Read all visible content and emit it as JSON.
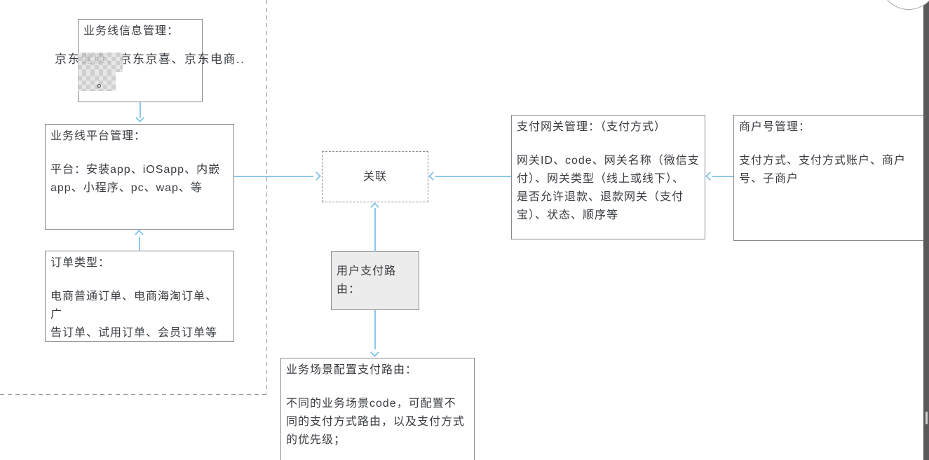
{
  "diagram": {
    "colors": {
      "arrow": "#88c7ea",
      "box_border": "#8a8a8a",
      "dashed_border": "#979797",
      "text": "#3a3c41",
      "gray_fill": "#ececec",
      "scrollbar": "#59595b"
    },
    "boxes": {
      "business_line_info": {
        "title": "业务线信息管理：",
        "line1": "京东健康、京东京喜、京东电商..",
        "line2_suffix": "。"
      },
      "business_line_platform": {
        "title": "业务线平台管理：",
        "body": "平台：安装app、iOSapp、内嵌\napp、小程序、pc、wap、等"
      },
      "order_type": {
        "title": "订单类型：",
        "body": "电商普通订单、电商海淘订单、广\n告订单、试用订单、会员订单等"
      },
      "association": {
        "label": "关联"
      },
      "user_payment_route": {
        "label": "用户支付路由："
      },
      "scene_payment_route": {
        "title": "业务场景配置支付路由：",
        "body": "不同的业务场景code，可配置不\n同的支付方式路由，以及支付方式\n的优先级；"
      },
      "payment_gateway": {
        "title": "支付网关管理：（支付方式）",
        "body": "网关ID、code、网关名称（微信支\n付）、网关类型（线上或线下）、\n是否允许退款、退款网关（支付\n宝）、状态、顺序等"
      },
      "merchant_account": {
        "title": "商户号管理：",
        "body": "支付方式、支付方式账户、商户\n号、子商户"
      }
    }
  }
}
